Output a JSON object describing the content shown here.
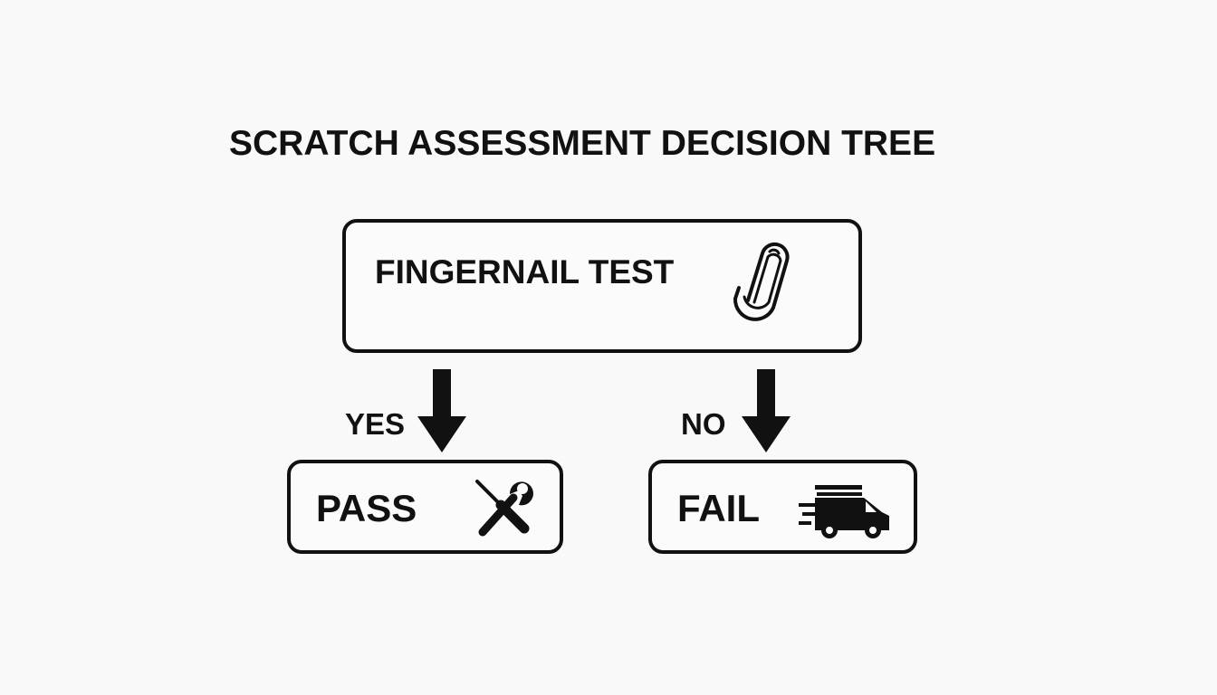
{
  "title": "SCRATCH ASSESSMENT DECISION TREE",
  "nodes": {
    "test": {
      "label": "FINGERNAIL TEST",
      "icon": "fingernail-icon"
    },
    "pass": {
      "label": "PASS",
      "icon": "wrench-screwdriver-icon"
    },
    "fail": {
      "label": "FAIL",
      "icon": "delivery-van-icon"
    }
  },
  "edges": {
    "yes": {
      "label": "YES",
      "from": "FINGERNAIL TEST",
      "to": "PASS"
    },
    "no": {
      "label": "NO",
      "from": "FINGERNAIL TEST",
      "to": "FAIL"
    }
  },
  "colors": {
    "background": "#f9f9f9",
    "stroke": "#111111"
  }
}
